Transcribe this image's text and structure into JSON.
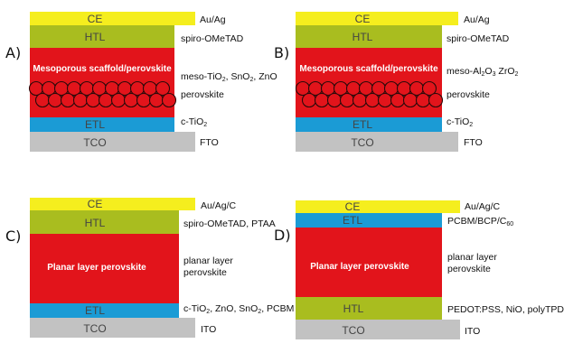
{
  "colors": {
    "ce": "#f5ee1e",
    "htl": "#a9bd1f",
    "perovskite": "#e2141b",
    "etl": "#1b9bd5",
    "tco": "#c2c2c2"
  },
  "panels": {
    "a": {
      "letter": "A)",
      "layers": {
        "ce": "CE",
        "htl": "HTL",
        "etl": "ETL",
        "tco": "TCO",
        "body": "Mesoporous scaffold/perovskite"
      },
      "side": {
        "ce": "Au/Ag",
        "htl": "spiro-OMeTAD",
        "meso_prefix": "meso-TiO",
        "meso_sub": "2",
        "meso_mid": ", SnO",
        "meso_sub2": "2",
        "meso_suffix": ", ZnO",
        "perov": "perovskite",
        "etl_prefix": "c-TiO",
        "etl_sub": "2",
        "tco": "FTO"
      }
    },
    "b": {
      "letter": "B)",
      "layers": {
        "ce": "CE",
        "htl": "HTL",
        "etl": "ETL",
        "tco": "TCO",
        "body": "Mesoporous scaffold/perovskite"
      },
      "side": {
        "ce": "Au/Ag",
        "htl": "spiro-OMeTAD",
        "meso_prefix": "meso-Al",
        "meso_sub": "2",
        "meso_mid": "O",
        "meso_sub2": "3",
        "meso_suffix": " ZrO",
        "meso_sub3": "2",
        "perov": "perovskite",
        "etl_prefix": "c-TiO",
        "etl_sub": "2",
        "tco": "FTO"
      }
    },
    "c": {
      "letter": "C)",
      "layers": {
        "ce": "CE",
        "htl": "HTL",
        "etl": "ETL",
        "tco": "TCO",
        "body": "Planar layer perovskite"
      },
      "side": {
        "ce": "Au/Ag/C",
        "htl": "spiro-OMeTAD, PTAA",
        "body_line1": "planar layer",
        "body_line2": "perovskite",
        "etl_prefix": "c-TiO",
        "etl_sub": "2",
        "etl_mid": ", ZnO, SnO",
        "etl_sub2": "2",
        "etl_suffix": ", PCBM",
        "tco": "ITO"
      }
    },
    "d": {
      "letter": "D)",
      "layers": {
        "ce": "CE",
        "etl": "ETL",
        "htl": "HTL",
        "tco": "TCO",
        "body": "Planar layer perovskite"
      },
      "side": {
        "ce": "Au/Ag/C",
        "etl_prefix": "PCBM/BCP/C",
        "etl_sub": "60",
        "body_line1": "planar layer",
        "body_line2": "perovskite",
        "htl": "PEDOT:PSS, NiO, polyTPD",
        "tco": "ITO"
      }
    }
  }
}
